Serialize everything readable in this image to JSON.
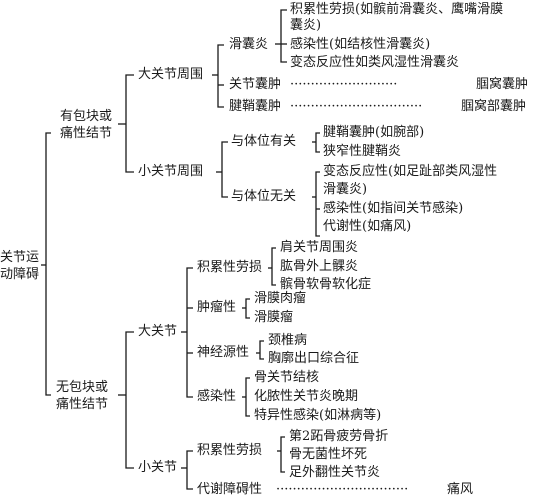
{
  "root": [
    "关节运",
    "动障碍"
  ],
  "lump": {
    "label": [
      "有包块或",
      "痛性结节"
    ],
    "large": {
      "label": "大关节周围",
      "bursitis": {
        "label": "滑囊炎",
        "items": [
          "积累性劳损(如髌前滑囊炎、鹰嘴滑膜",
          "囊炎)",
          "感染性(如结核性滑囊炎)",
          "变态反应性如类风湿性滑囊炎"
        ]
      },
      "cyst": {
        "label": "关节囊肿",
        "dots": "··························",
        "target": "腘窝囊肿"
      },
      "tendon": {
        "label": "腱鞘囊肿",
        "dots": "································",
        "target": "腘窝部囊肿"
      }
    },
    "small": {
      "label": "小关节周围",
      "posture_yes": {
        "label": "与体位有关",
        "items": [
          "腱鞘囊肿(如腕部)",
          "狭窄性腱鞘炎"
        ]
      },
      "posture_no": {
        "label": "与体位无关",
        "items": [
          "变态反应性(如足趾部类风湿性",
          "滑囊炎)",
          "感染性(如指间关节感染)",
          "代谢性(如痛风)"
        ]
      }
    }
  },
  "nolump": {
    "label": [
      "无包块或",
      "痛性结节"
    ],
    "large": {
      "label": "大关节",
      "strain": {
        "label": "积累性劳损",
        "items": [
          "肩关节周围炎",
          "肱骨外上髁炎",
          "髌骨软骨软化症"
        ]
      },
      "tumor": {
        "label": "肿瘤性",
        "items": [
          "滑膜肉瘤",
          "滑膜瘤"
        ]
      },
      "neuro": {
        "label": "神经源性",
        "items": [
          "颈椎病",
          "胸廓出口综合征"
        ]
      },
      "infect": {
        "label": "感染性",
        "items": [
          "骨关节结核",
          "化脓性关节炎晚期",
          "特异性感染(如淋病等)"
        ]
      }
    },
    "small": {
      "label": "小关节",
      "strain": {
        "label": "积累性劳损",
        "items": [
          "第2跖骨疲劳骨折",
          "骨无菌性坏死",
          "足外翻性关节炎"
        ]
      },
      "metabolic": {
        "label": "代谢障碍性",
        "dots": "································",
        "target": "痛风"
      }
    }
  }
}
